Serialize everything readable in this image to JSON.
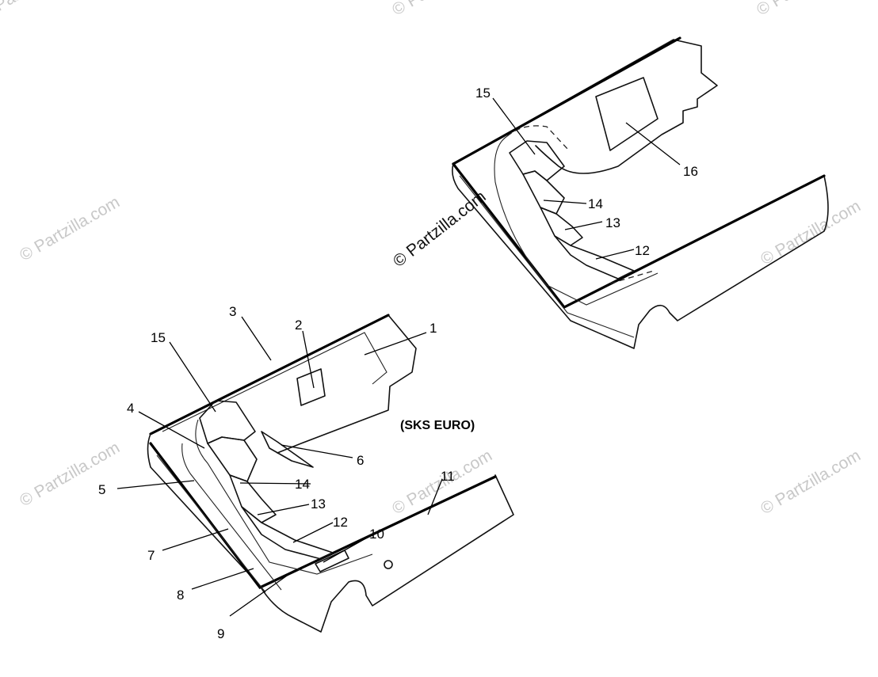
{
  "watermark": {
    "text": "© Partzilla.com"
  },
  "diagram": {
    "variant_note": "(SKS EURO)",
    "callouts_front_assembly": [
      "1",
      "2",
      "3",
      "4",
      "5",
      "6",
      "7",
      "8",
      "9",
      "10",
      "11",
      "12",
      "13",
      "14",
      "15"
    ],
    "callouts_rear_assembly": [
      "12",
      "13",
      "14",
      "15",
      "16"
    ]
  }
}
